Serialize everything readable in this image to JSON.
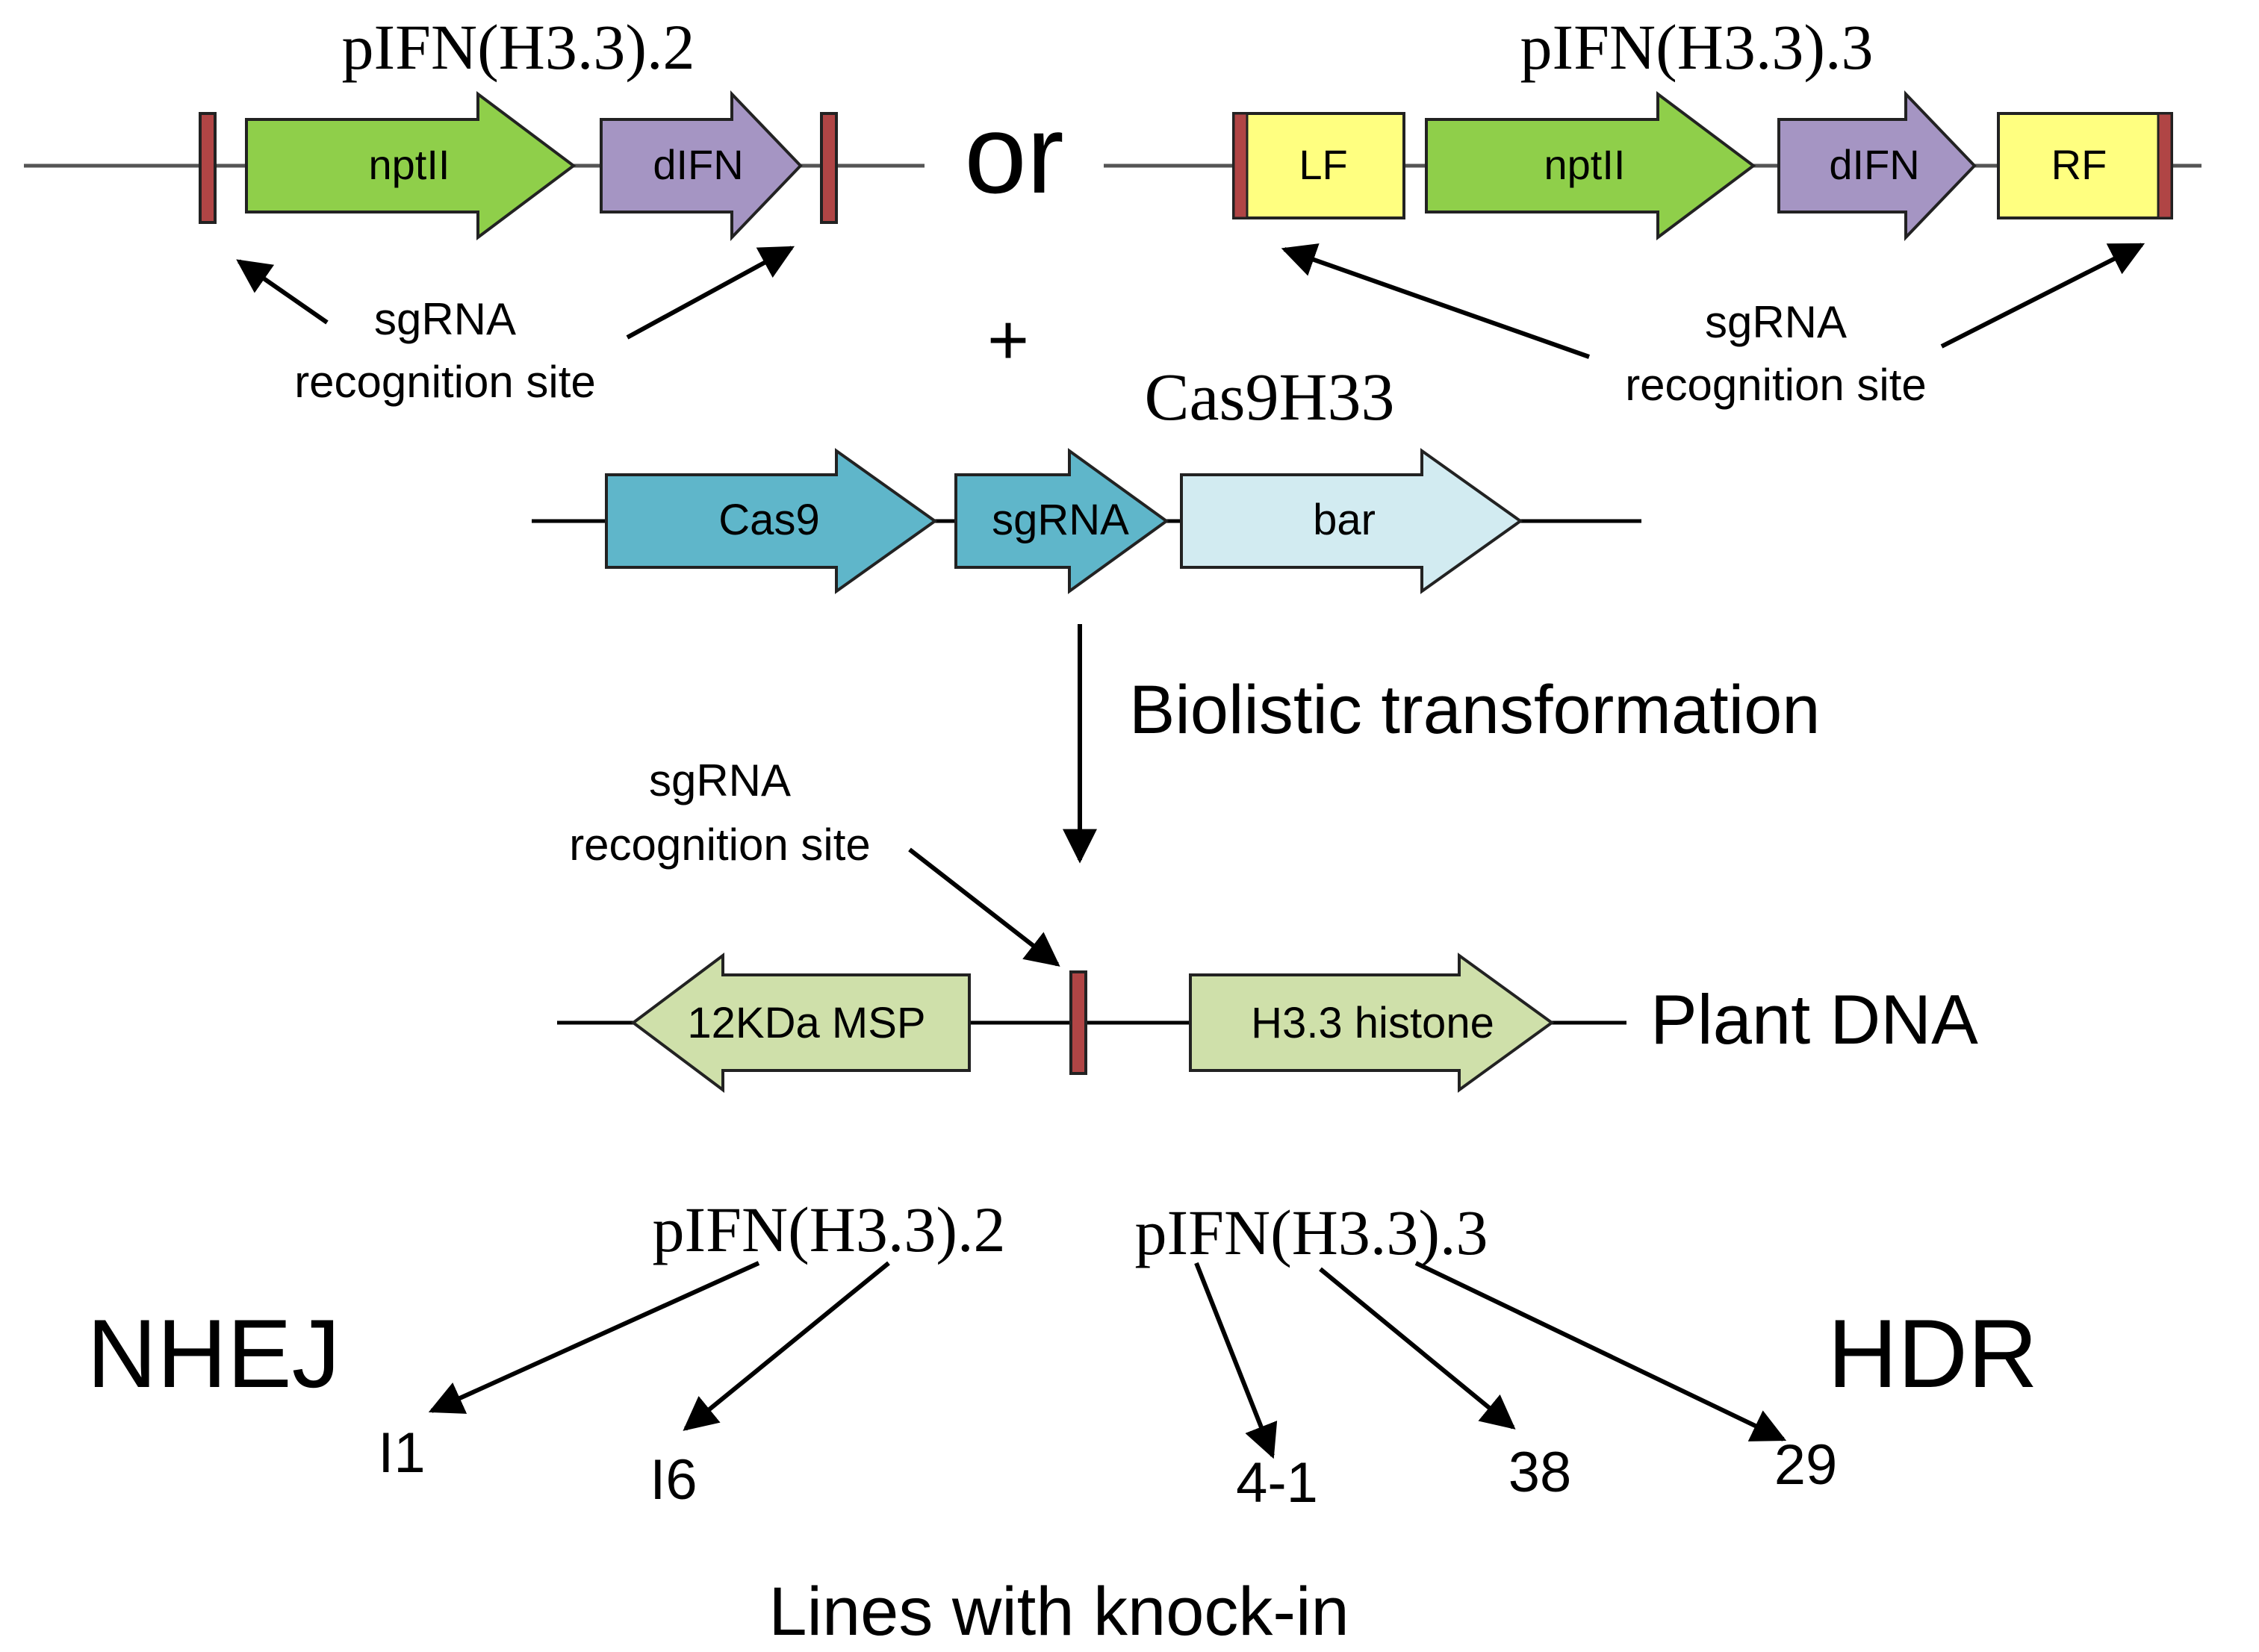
{
  "constructs": {
    "left": {
      "title": "pIFN(H3.3).2",
      "genes": [
        "nptII",
        "dIFN"
      ],
      "site_label_line1": "sgRNA",
      "site_label_line2": "recognition site"
    },
    "connector": "or",
    "right": {
      "title": "pIFN(H3.3).3",
      "genes": [
        "LF",
        "nptII",
        "dIFN",
        "RF"
      ],
      "site_label_line1": "sgRNA",
      "site_label_line2": "recognition site"
    },
    "plus": "+"
  },
  "cas9_construct": {
    "title": "Cas9H33",
    "genes": [
      "Cas9",
      "sgRNA",
      "bar"
    ]
  },
  "process_label": "Biolistic transformation",
  "plant_dna": {
    "site_label_line1": "sgRNA",
    "site_label_line2": "recognition site",
    "genes": [
      "12KDa MSP",
      "H3.3 histone"
    ],
    "label": "Plant DNA"
  },
  "outcomes": {
    "source_left": "pIFN(H3.3).2",
    "source_right": "pIFN(H3.3).3",
    "left_pathway": "NHEJ",
    "right_pathway": "HDR",
    "lines": [
      "I1",
      "I6",
      "4-1",
      "38",
      "29"
    ],
    "footer": "Lines with knock-in"
  },
  "colors": {
    "nptII": "#8fcf4a",
    "dIFN": "#a595c3",
    "flank": "#ffff80",
    "cas9": "#5fb6ca",
    "bar": "#d2ebf1",
    "plant_gene": "#cfe0aa",
    "site_marker": "#b04545"
  }
}
